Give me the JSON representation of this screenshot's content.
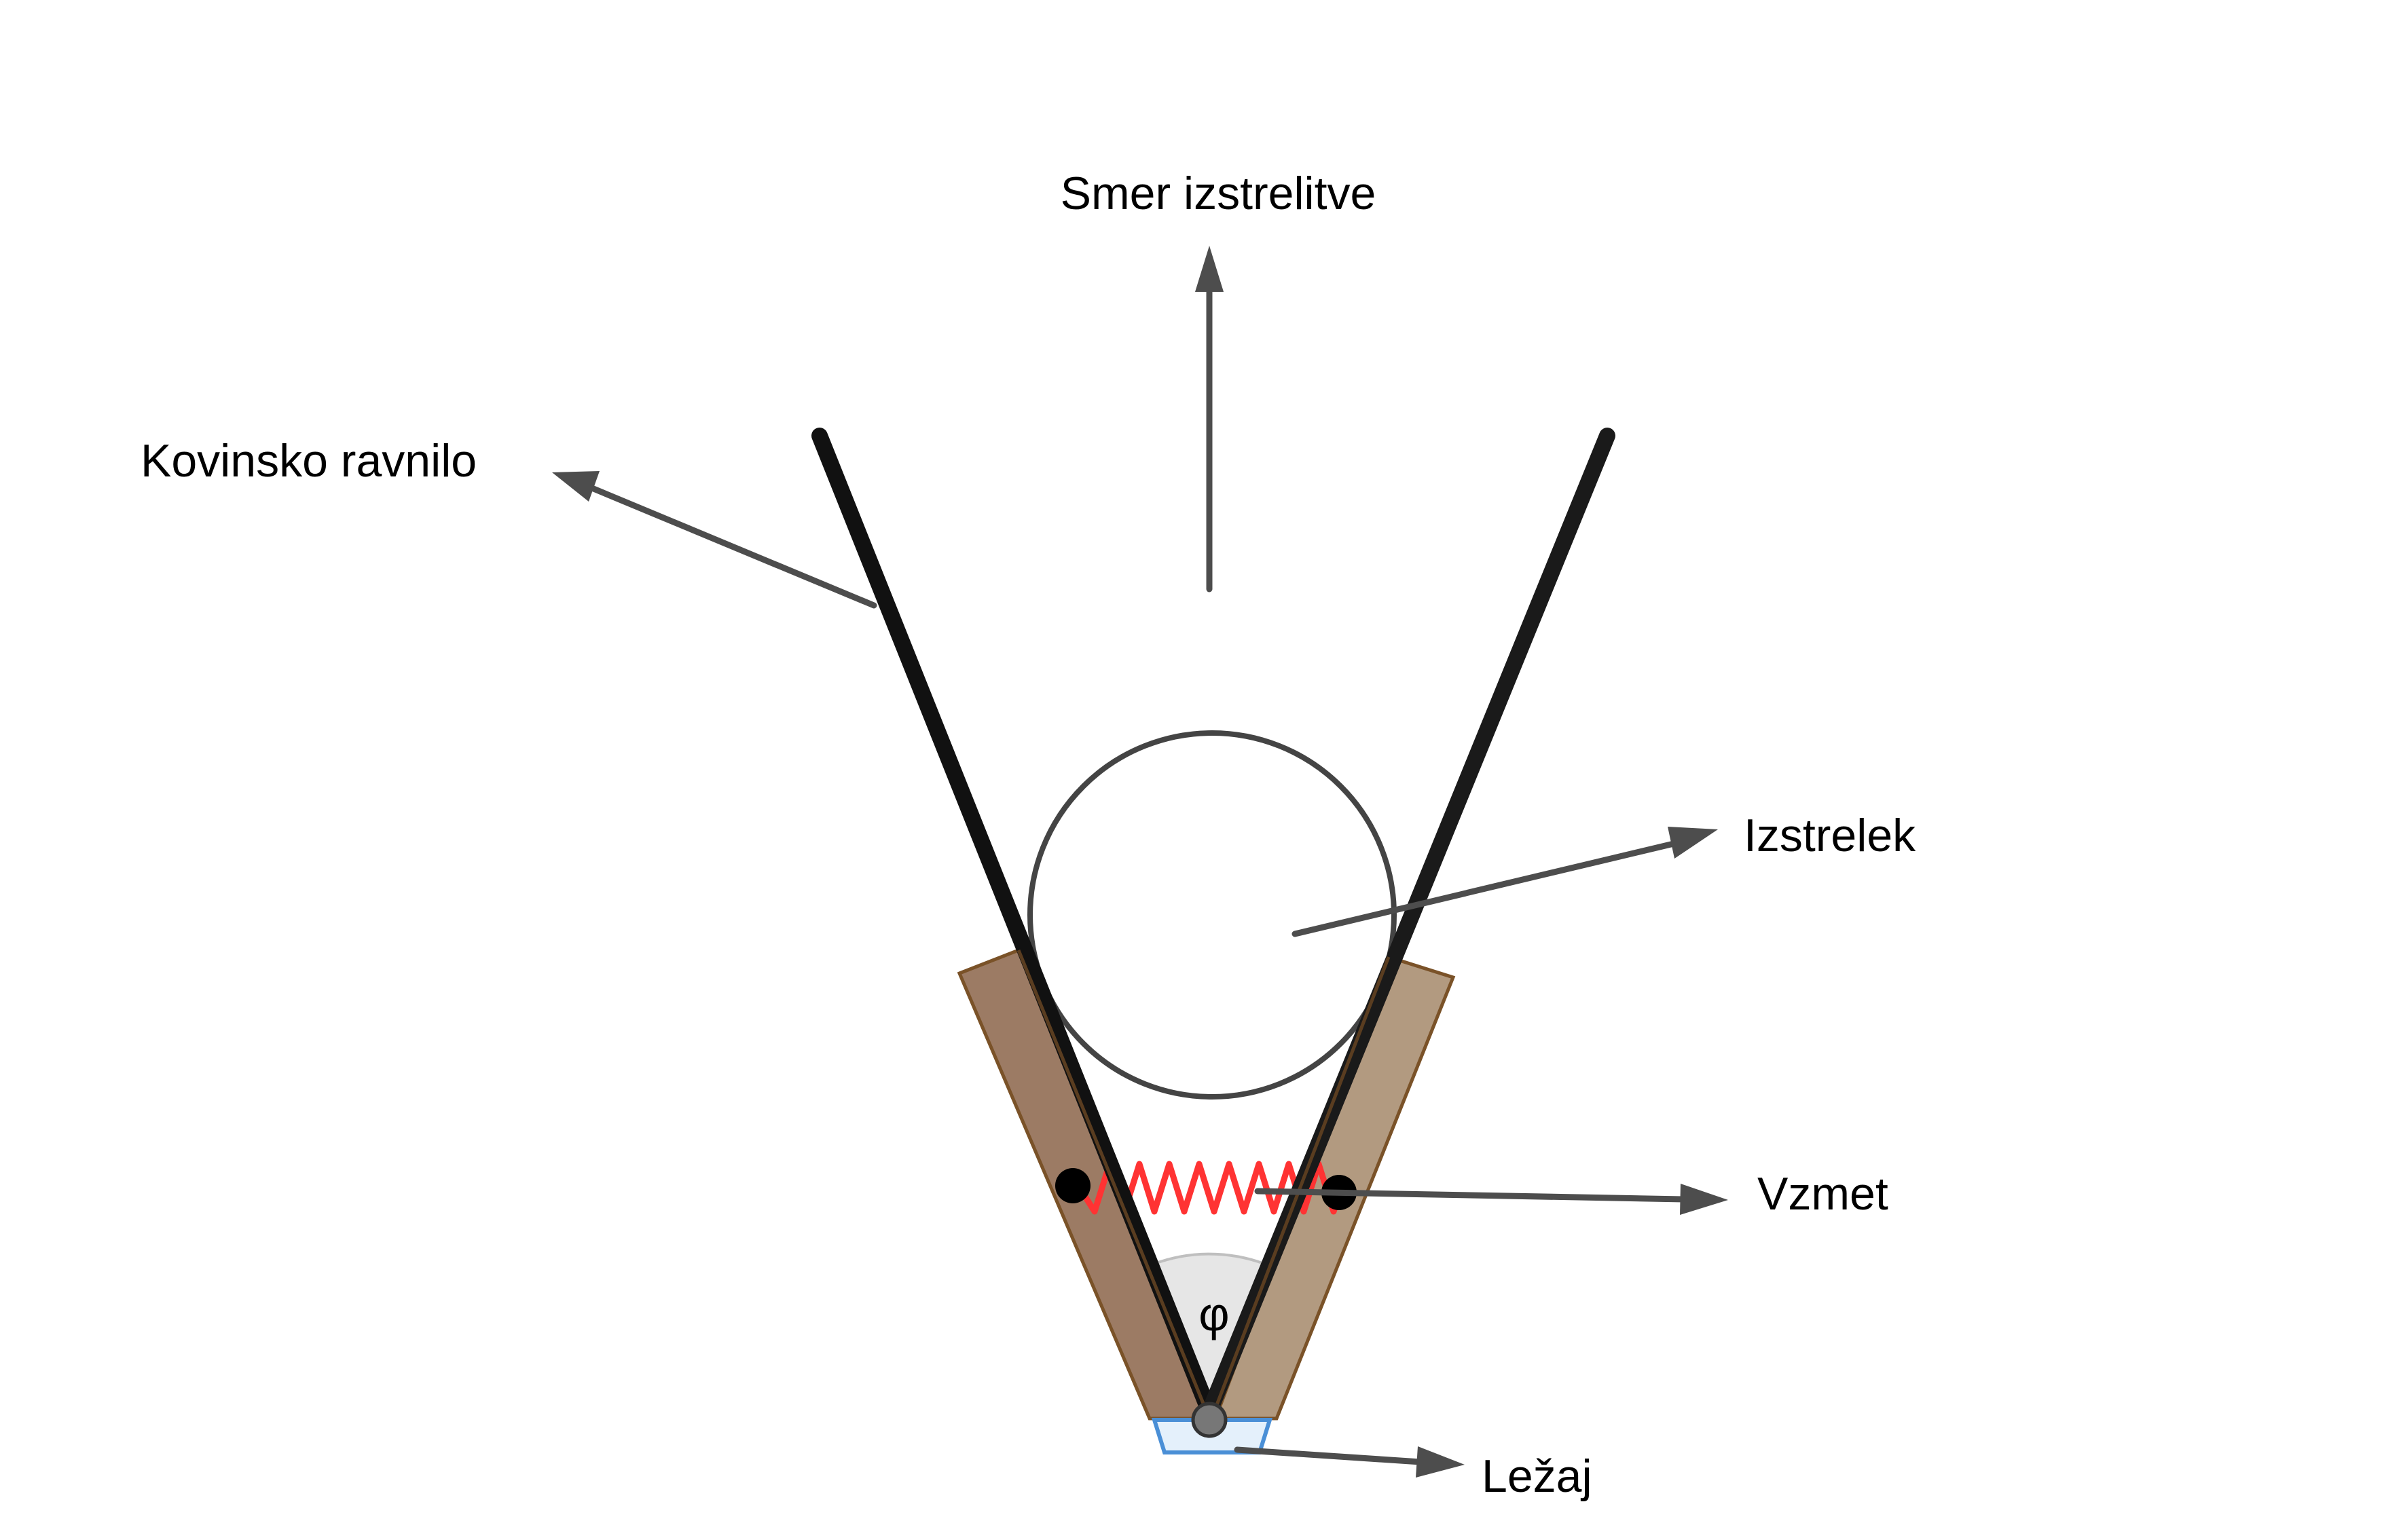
{
  "labels": {
    "launch_direction": "Smer izstrelitve",
    "metal_ruler": "Kovinsko ravnilo",
    "projectile": "Izstrelek",
    "spring": "Vzmet",
    "bearing": "Ležaj",
    "angle_symbol": "φ"
  },
  "colors": {
    "ruler": "#111111",
    "wood_left": "#9c7b64",
    "wood_right": "#b29a80",
    "wood_edge": "#7a5228",
    "spring": "#ff3333",
    "bearing_fill": "#e4f0fb",
    "bearing_edge": "#4a8fd6",
    "arrow": "#4d4d4d",
    "angle_fill": "#e6e6e6",
    "projectile_outline": "#444444"
  }
}
